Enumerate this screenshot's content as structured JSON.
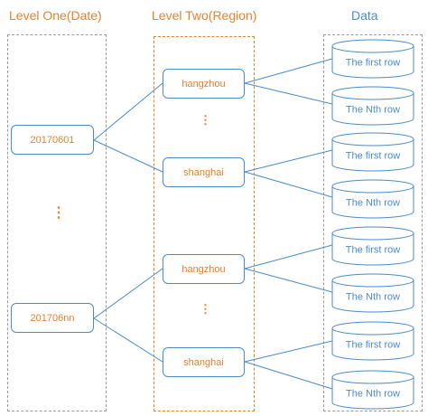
{
  "headers": {
    "level_one": "Level One(Date)",
    "level_two": "Level Two(Region)",
    "data": "Data"
  },
  "level_one_nodes": [
    "20170601",
    "201706nn"
  ],
  "level_two_nodes": [
    "hangzhou",
    "shanghai",
    "hangzhou",
    "shanghai"
  ],
  "data_rows": [
    "The first row",
    "The Nth row",
    "The first row",
    "The Nth row",
    "The first row",
    "The Nth row",
    "The first row",
    "The Nth row"
  ],
  "colors": {
    "node_border": "#4A8CC7",
    "node_text": "#E8812E",
    "panel_gray": "#9a9a9a"
  }
}
